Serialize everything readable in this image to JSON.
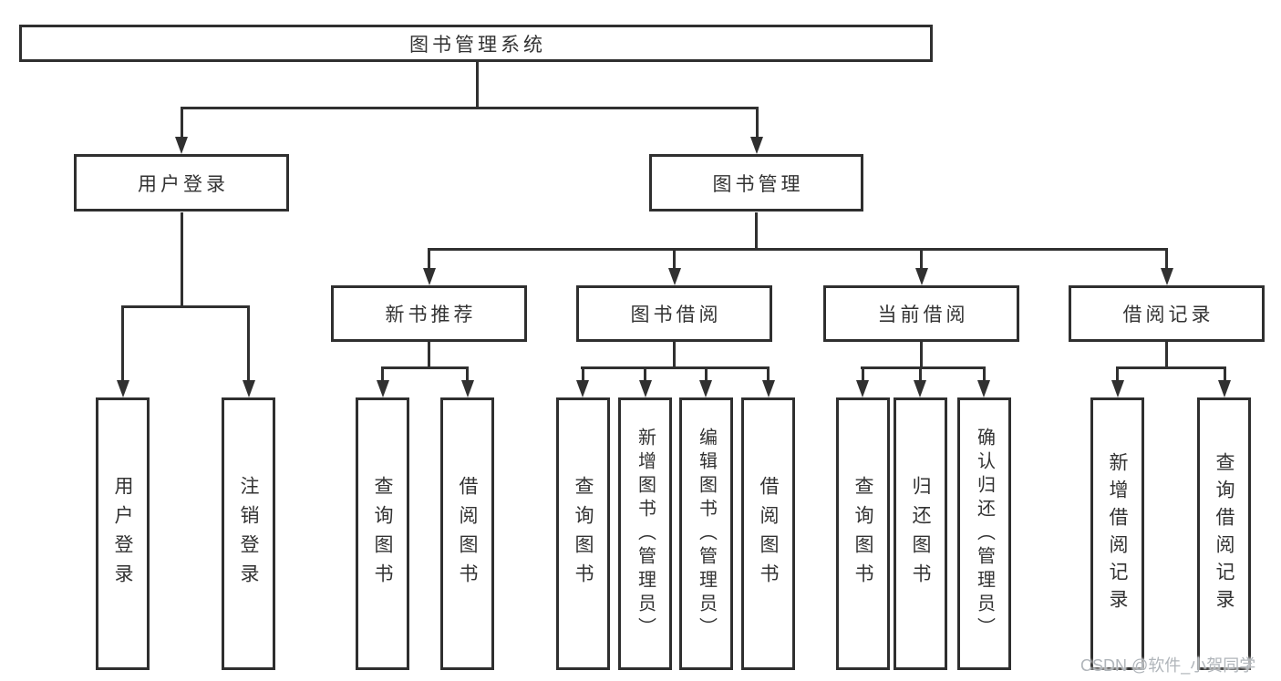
{
  "diagram": {
    "title": "图书管理系统",
    "level2": [
      "用户登录",
      "图书管理"
    ],
    "level3": [
      "新书推荐",
      "图书借阅",
      "当前借阅",
      "借阅记录"
    ],
    "leaves": [
      "用户登录",
      "注销登录",
      "查询图书",
      "借阅图书",
      "查询图书",
      "新增图书（管理员）",
      "编辑图书（管理员）",
      "借阅图书",
      "查询图书",
      "归还图书",
      "确认归还（管理员）",
      "新增借阅记录",
      "查询借阅记录"
    ]
  },
  "watermark": {
    "text": "CSDN @软件_小贺同学"
  },
  "colors": {
    "line": "#303030",
    "boxborder": "#2f2f2f",
    "text": "#333333",
    "watermark": "#b0b5ba",
    "bg": "#ffffff"
  }
}
